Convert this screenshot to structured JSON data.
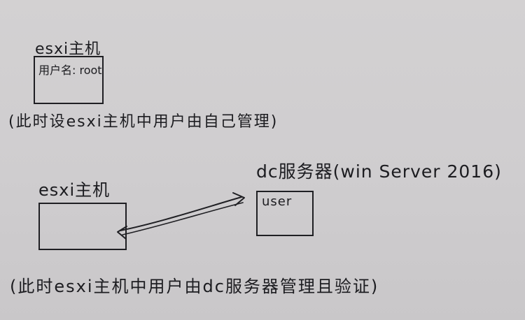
{
  "esxi_host_1": {
    "title": "esxi主机",
    "user_label": "用户名: root"
  },
  "note_1": "(此时设esxi主机中用户由自己管理)",
  "esxi_host_2": {
    "title": "esxi主机"
  },
  "dc_server": {
    "title": "dc服务器(win Server 2016)",
    "user_label": "user"
  },
  "note_2": "(此时esxi主机中用户由dc服务器管理且验证)",
  "colors": {
    "paper": "#d0cecf",
    "ink": "#1c1c20"
  }
}
